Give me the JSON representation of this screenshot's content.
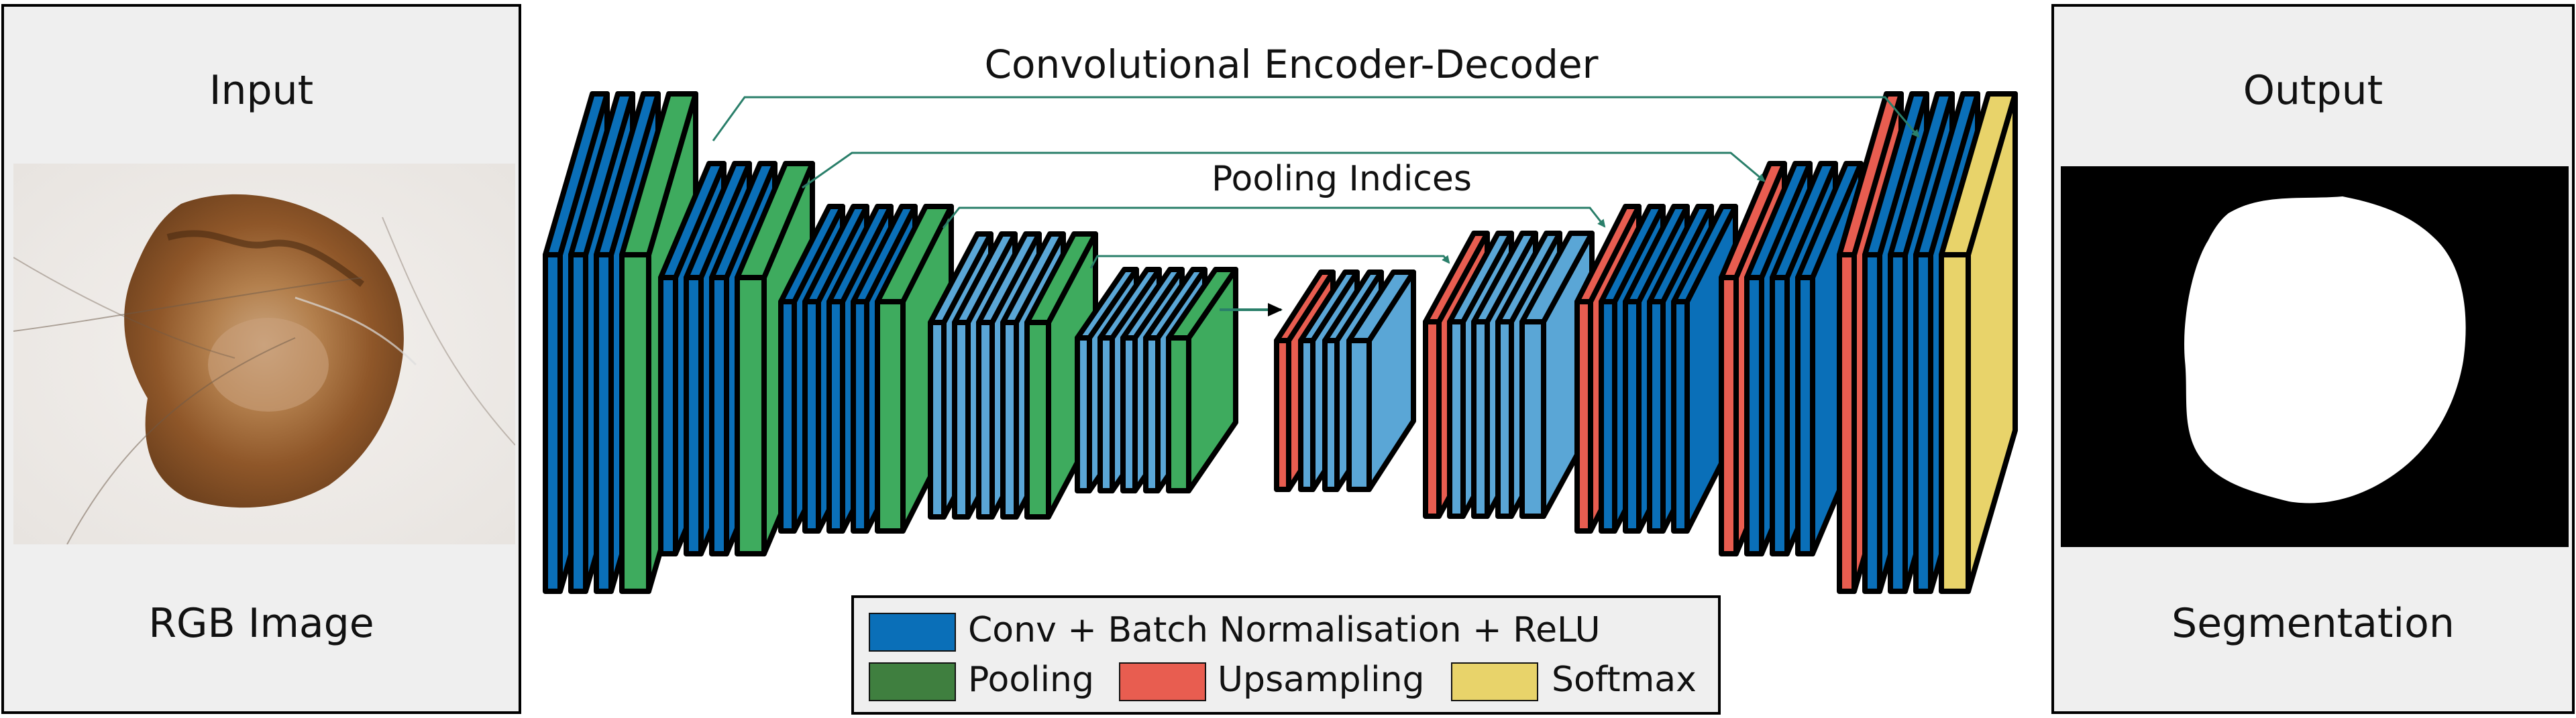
{
  "input_panel": {
    "title": "Input",
    "caption": "RGB Image"
  },
  "output_panel": {
    "title": "Output",
    "caption": "Segmentation"
  },
  "network": {
    "title": "Convolutional Encoder-Decoder",
    "skip_label": "Pooling Indices"
  },
  "legend": {
    "items": [
      {
        "label": "Conv + Batch Normalisation + ReLU",
        "color": "#0a6fb8"
      },
      {
        "label": "Pooling",
        "color": "#3f7f3f"
      },
      {
        "label": "Upsampling",
        "color": "#e85d50"
      },
      {
        "label": "Softmax",
        "color": "#e8d36a"
      }
    ]
  },
  "colors": {
    "conv_dark": "#0a6fb8",
    "conv_light": "#5aa6d6",
    "pooling": "#3eab5e",
    "upsampling": "#e85d50",
    "softmax": "#e8d36a",
    "skip_arrow": "#2a7f6a"
  }
}
